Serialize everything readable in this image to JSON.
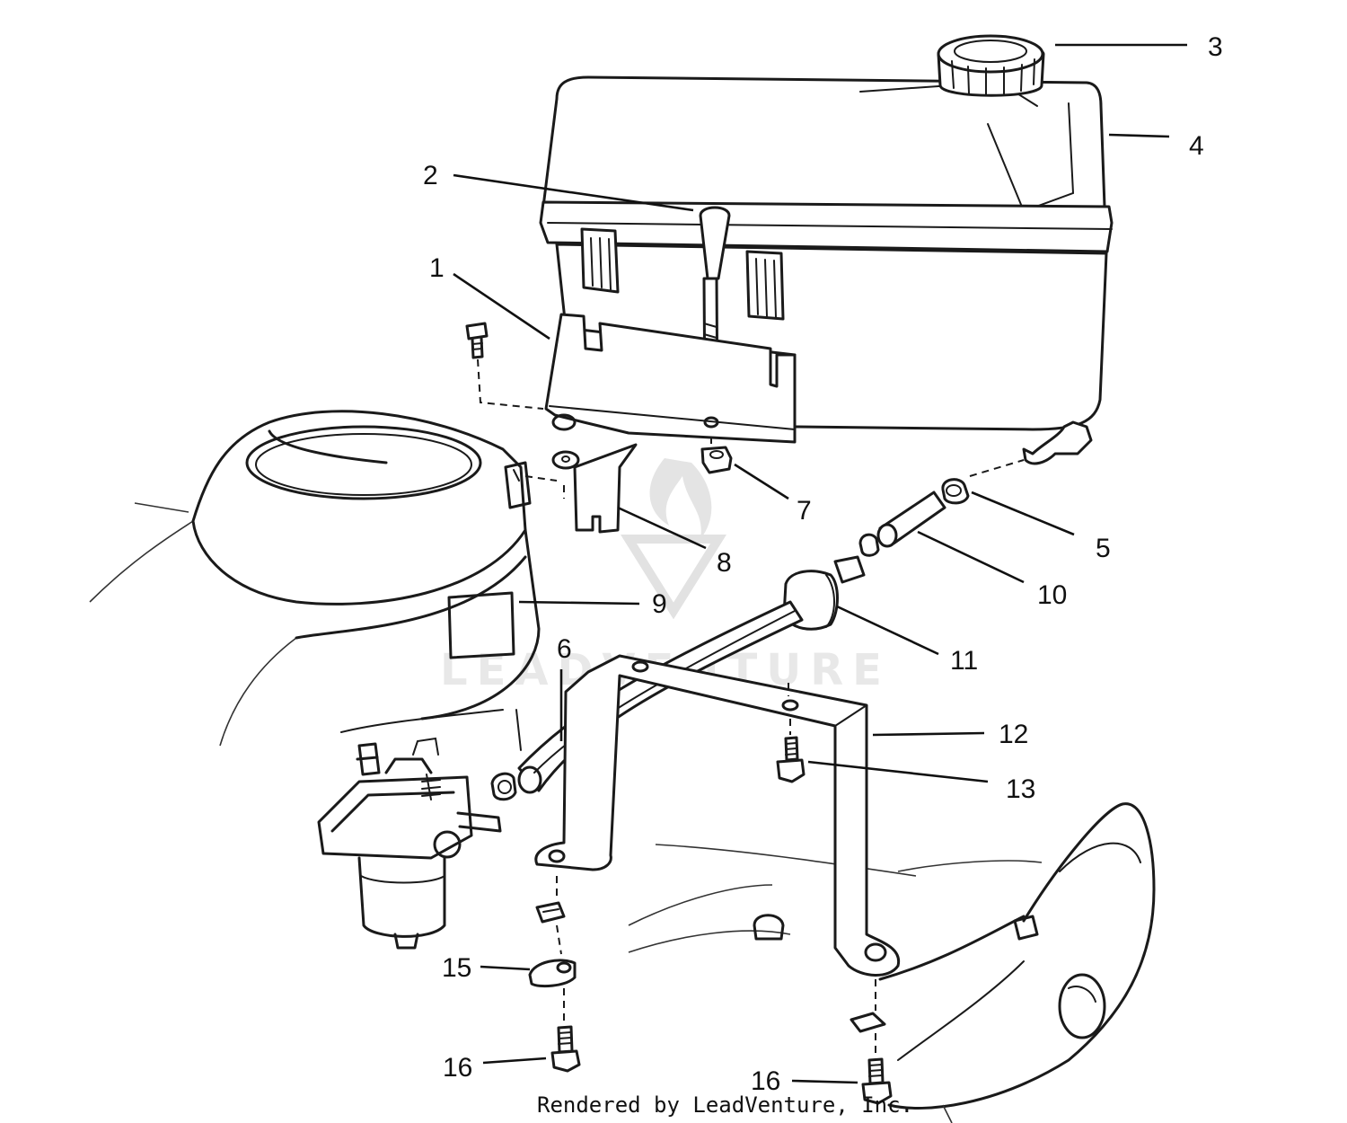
{
  "callouts": {
    "c1": "1",
    "c2": "2",
    "c3": "3",
    "c4": "4",
    "c5": "5",
    "c6": "6",
    "c7": "7",
    "c8": "8",
    "c9": "9",
    "c10": "10",
    "c11": "11",
    "c12": "12",
    "c13": "13",
    "c15": "15",
    "c16a": "16",
    "c16b": "16"
  },
  "watermark": "LEADVENTURE",
  "credit": "Rendered by LeadVenture, Inc.",
  "colors": {
    "ink": "#1a1a1a",
    "background": "#ffffff",
    "watermark": "#d6d6d6"
  }
}
